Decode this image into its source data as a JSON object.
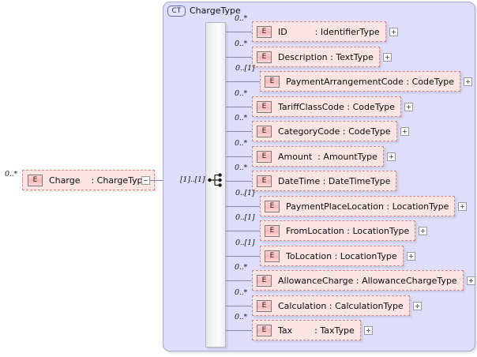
{
  "diagram": {
    "type": "xsd-schema-element-diagram",
    "colors": {
      "element_fill": "#fbe4e4",
      "element_border": "#d08a8a",
      "complextype_fill": "#dedefa",
      "complextype_border": "#a9a9d4",
      "badge_fill": "#f6b9b9",
      "connector_line": "#8a8aa8"
    }
  },
  "root_element": {
    "occurrence": "0..*",
    "badge": "E",
    "name": "Charge",
    "separator": ":",
    "type": "ChargeType",
    "label": "Charge    : ChargeType",
    "toggle": "minus"
  },
  "complex_type": {
    "badge": "CT",
    "title": "ChargeType",
    "compositor": "sequence",
    "compositor_occurrence": "[1]..[1]"
  },
  "children": [
    {
      "occurrence": "0..*",
      "badge": "E",
      "label": "ID          : IdentifierType",
      "name": "ID",
      "type": "IdentifierType",
      "toggle": "plus",
      "indent": 0
    },
    {
      "occurrence": "0..*",
      "badge": "E",
      "label": "Description : TextType",
      "name": "Description",
      "type": "TextType",
      "toggle": "plus",
      "indent": 0
    },
    {
      "occurrence": "0..[1]",
      "badge": "E",
      "label": "PaymentArrangementCode : CodeType",
      "name": "PaymentArrangementCode",
      "type": "CodeType",
      "toggle": "plus",
      "indent": 1
    },
    {
      "occurrence": "0..*",
      "badge": "E",
      "label": "TariffClassCode : CodeType",
      "name": "TariffClassCode",
      "type": "CodeType",
      "toggle": "plus",
      "indent": 0
    },
    {
      "occurrence": "0..*",
      "badge": "E",
      "label": "CategoryCode : CodeType",
      "name": "CategoryCode",
      "type": "CodeType",
      "toggle": "plus",
      "indent": 0
    },
    {
      "occurrence": "0..*",
      "badge": "E",
      "label": "Amount  : AmountType",
      "name": "Amount",
      "type": "AmountType",
      "toggle": "plus",
      "indent": 0
    },
    {
      "occurrence": "0..*",
      "badge": "E",
      "label": "DateTime : DateTimeType",
      "name": "DateTime",
      "type": "DateTimeType",
      "toggle": "none",
      "indent": 0
    },
    {
      "occurrence": "0..[1]",
      "badge": "E",
      "label": "PaymentPlaceLocation : LocationType",
      "name": "PaymentPlaceLocation",
      "type": "LocationType",
      "toggle": "plus",
      "indent": 1
    },
    {
      "occurrence": "0..[1]",
      "badge": "E",
      "label": "FromLocation : LocationType",
      "name": "FromLocation",
      "type": "LocationType",
      "toggle": "plus",
      "indent": 1
    },
    {
      "occurrence": "0..[1]",
      "badge": "E",
      "label": "ToLocation : LocationType",
      "name": "ToLocation",
      "type": "LocationType",
      "toggle": "plus",
      "indent": 1
    },
    {
      "occurrence": "0..*",
      "badge": "E",
      "label": "AllowanceCharge : AllowanceChargeType",
      "name": "AllowanceCharge",
      "type": "AllowanceChargeType",
      "toggle": "plus",
      "indent": 0
    },
    {
      "occurrence": "0..*",
      "badge": "E",
      "label": "Calculation : CalculationType",
      "name": "Calculation",
      "type": "CalculationType",
      "toggle": "plus",
      "indent": 0
    },
    {
      "occurrence": "0..*",
      "badge": "E",
      "label": "Tax        : TaxType",
      "name": "Tax",
      "type": "TaxType",
      "toggle": "plus",
      "indent": 0
    }
  ]
}
